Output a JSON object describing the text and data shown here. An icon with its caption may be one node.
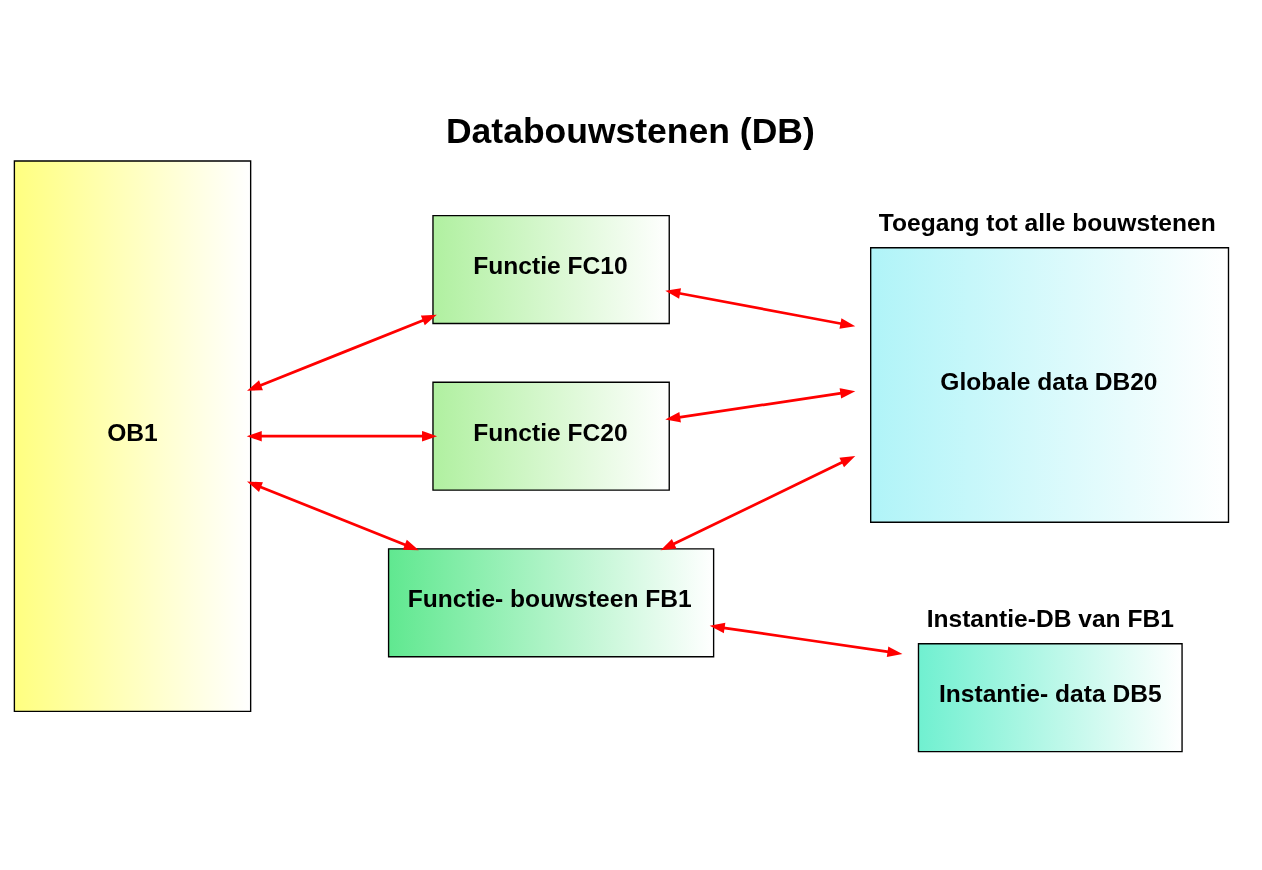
{
  "diagram": {
    "title": "Databouwstenen (DB)",
    "nodes": [
      {
        "text": [
          "OB1"
        ]
      },
      {
        "text": [
          "Functie FC10"
        ]
      },
      {
        "text": [
          "Functie FC20"
        ]
      },
      {
        "text": [
          "Toegang tot alle bouwstenen",
          "Globale data DB20"
        ]
      },
      {
        "text": [
          "Functie- bouwsteen FB1"
        ]
      },
      {
        "text": [
          "Instantie-DB van FB1",
          "Instantie- data DB5"
        ]
      }
    ],
    "edges": [
      {
        "from": 0,
        "to": 1,
        "arrow": "both"
      },
      {
        "from": 1,
        "to": 3,
        "arrow": "both"
      },
      {
        "from": 0,
        "to": 2,
        "arrow": "both"
      },
      {
        "from": 2,
        "to": 3,
        "arrow": "both"
      },
      {
        "from": 4,
        "to": 3,
        "arrow": "both"
      },
      {
        "from": 0,
        "to": 4,
        "arrow": "both"
      },
      {
        "from": 4,
        "to": 5,
        "arrow": "both"
      }
    ]
  }
}
